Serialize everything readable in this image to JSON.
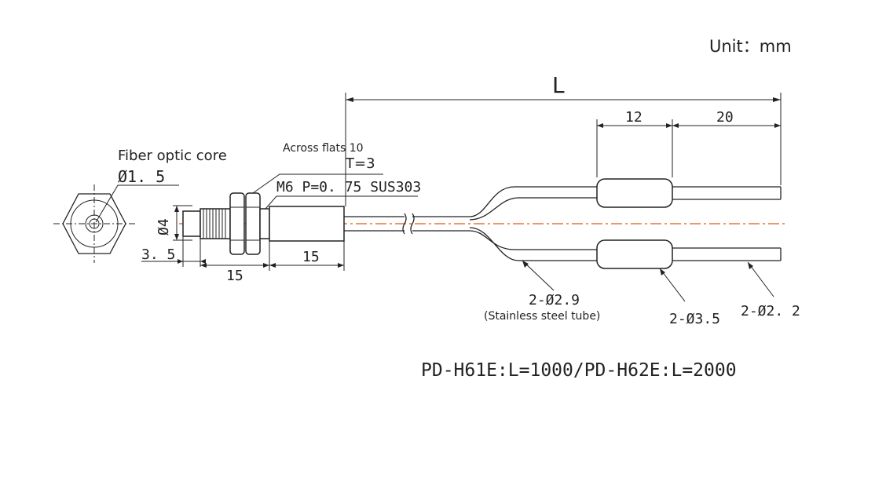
{
  "unit_label": "Unit：mm",
  "fiber_core_label": "Fiber optic core",
  "fiber_core_dia": "Ø1. 5",
  "across_flats": "Across flats 10",
  "thickness": "T=3",
  "thread_spec": "M6 P=0. 75 SUS303",
  "dim_d4": "Ø4",
  "dim_3_5": "3. 5",
  "dim_15_thread": "15",
  "dim_15_body": "15",
  "dim_L": "L",
  "dim_12": "12",
  "dim_20": "20",
  "tube_dia": "2-Ø2.9",
  "tube_material": "(Stainless steel tube)",
  "sleeve_dia": "2-Ø3.5",
  "cable_dia": "2-Ø2. 2",
  "model_note": "PD-H61E:L=1000/PD-H62E:L=2000",
  "colors": {
    "centerline": "#e8743b",
    "line": "#222222"
  }
}
